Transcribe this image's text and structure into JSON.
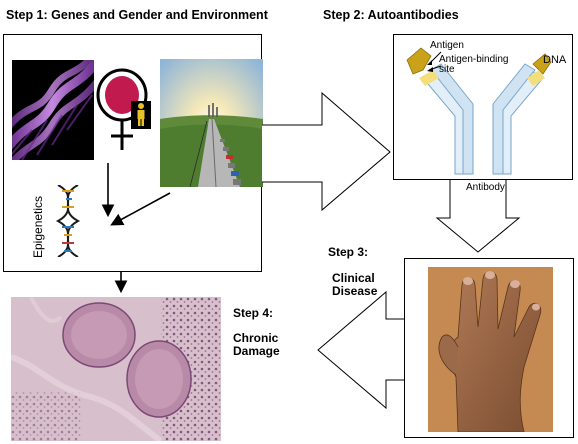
{
  "steps": {
    "step1": {
      "title": "Step 1: Genes and Gender and Environment"
    },
    "step2": {
      "title": "Step 2: Autoantibodies"
    },
    "step3": {
      "title": "Step 3:",
      "subtitle_line1": "Clinical",
      "subtitle_line2": "Disease"
    },
    "step4": {
      "title": "Step 4:",
      "subtitle_line1": "Chronic",
      "subtitle_line2": "Damage"
    }
  },
  "labels": {
    "epigenetics": "Epigenetics",
    "antigen": "Antigen",
    "antigen_binding_line1": "Antigen-binding",
    "antigen_binding_line2": "site",
    "dna": "DNA",
    "antibody": "Antibody"
  },
  "colors": {
    "antigen_gold": "#c9a21a",
    "antigen_light": "#f2df7c",
    "antibody_blue": "#cfe3f2",
    "antibody_outline": "#7aa6c9",
    "female_symbol": "#c01a4f",
    "helix_purple": "#8a3ab0",
    "sky": "#eef3f6",
    "field_green": "#5e8a3a",
    "hand_skin": "#9a6a4a",
    "photo_bg": "#c48a52",
    "tissue_pink": "#c9a7b8"
  }
}
